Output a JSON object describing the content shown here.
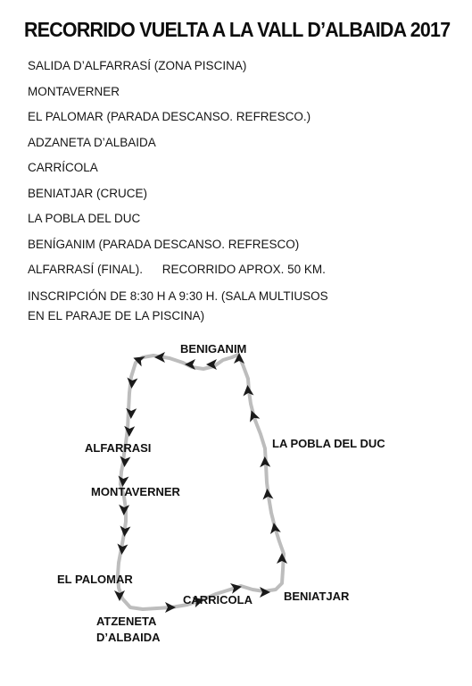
{
  "title": "RECORRIDO VUELTA  A LA VALL D’ALBAIDA 2017",
  "stops": [
    "SALIDA D’ALFARRASÍ (ZONA PISCINA)",
    "MONTAVERNER",
    "EL PALOMAR (PARADA DESCANSO. REFRESCO.)",
    "ADZANETA D’ALBAIDA",
    "CARRÍCOLA",
    "BENIATJAR (CRUCE)",
    "LA POBLA DEL DUC",
    "BENÍGANIM (PARADA DESCANSO. REFRESCO)"
  ],
  "final": {
    "label": "ALFARRASÍ (FINAL).",
    "distance": "RECORRIDO APROX. 50 KM."
  },
  "registration": {
    "line1": "INSCRIPCIÓN DE 8:30 H A 9:30 H. (SALA MULTIUSOS",
    "line2": "EN EL PARAJE DE LA PISCINA)"
  },
  "map": {
    "labels": {
      "beniganim": "BENIGANIM",
      "alfarrasi": "ALFARRASI",
      "montaverner": "MONTAVERNER",
      "el_palomar": "EL PALOMAR",
      "atzeneta_line1": "ATZENETA",
      "atzeneta_line2": "D’ALBAIDA",
      "carricola": "CARRICOLA",
      "beniatjar": "BENIATJAR",
      "la_pobla_del_duc": "LA POBLA DEL DUC"
    },
    "route_color": "#bdbdbd",
    "arrow_color": "#1a1a1a"
  }
}
